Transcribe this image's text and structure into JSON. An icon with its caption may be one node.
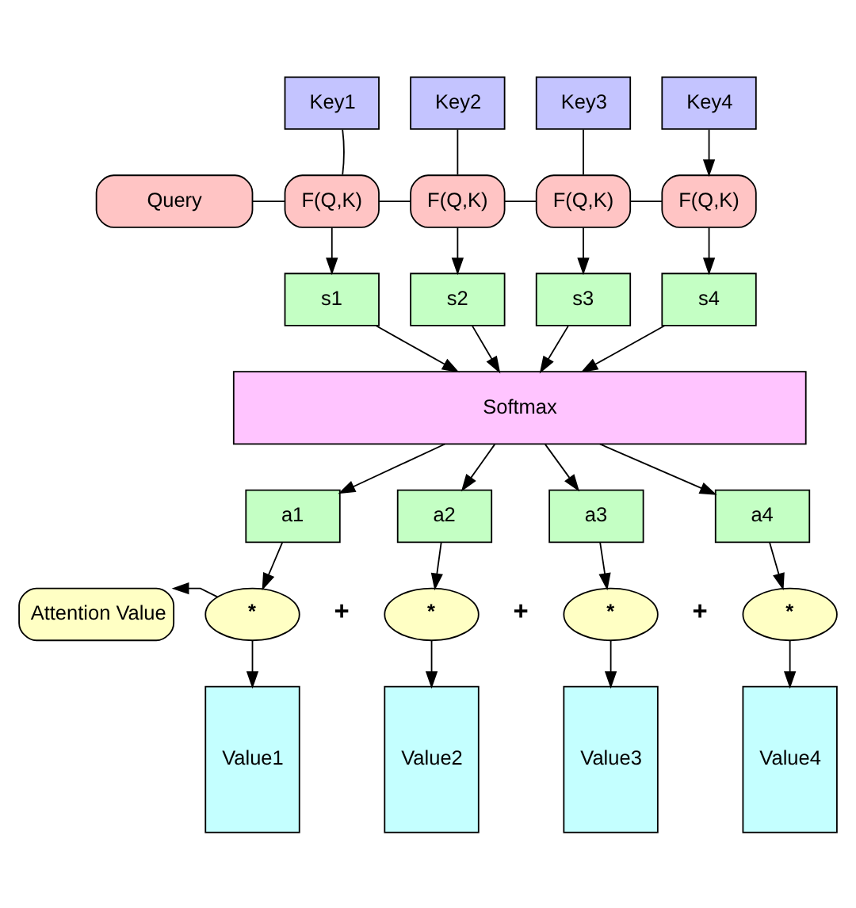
{
  "diagram": {
    "nodes": [
      {
        "text": [
          "Query"
        ]
      },
      {
        "text": [
          "Key1"
        ]
      },
      {
        "text": [
          "Key2"
        ]
      },
      {
        "text": [
          "Key3"
        ]
      },
      {
        "text": [
          "Key4"
        ]
      },
      {
        "text": [
          "F(Q,K)"
        ]
      },
      {
        "text": [
          "F(Q,K)"
        ]
      },
      {
        "text": [
          "F(Q,K)"
        ]
      },
      {
        "text": [
          "F(Q,K)"
        ]
      },
      {
        "text": [
          "s1"
        ]
      },
      {
        "text": [
          "s2"
        ]
      },
      {
        "text": [
          "s3"
        ]
      },
      {
        "text": [
          "s4"
        ]
      },
      {
        "text": [
          "Softmax"
        ]
      },
      {
        "text": [
          "a1"
        ]
      },
      {
        "text": [
          "a2"
        ]
      },
      {
        "text": [
          "a3"
        ]
      },
      {
        "text": [
          "a4"
        ]
      },
      {
        "text": [
          "Attention Value"
        ]
      },
      {
        "text": [
          "*"
        ]
      },
      {
        "text": [
          "*"
        ]
      },
      {
        "text": [
          "*"
        ]
      },
      {
        "text": [
          "*"
        ]
      },
      {
        "text": [
          "Value1"
        ]
      },
      {
        "text": [
          "Value2"
        ]
      },
      {
        "text": [
          "Value3"
        ]
      },
      {
        "text": [
          "Value4"
        ]
      }
    ],
    "edges": [
      {
        "from": 0,
        "to": 5,
        "arrow": "none"
      },
      {
        "from": 5,
        "to": 6,
        "arrow": "none"
      },
      {
        "from": 6,
        "to": 7,
        "arrow": "none"
      },
      {
        "from": 7,
        "to": 8,
        "arrow": "none"
      },
      {
        "from": 1,
        "to": 5,
        "arrow": "none"
      },
      {
        "from": 2,
        "to": 6,
        "arrow": "none"
      },
      {
        "from": 3,
        "to": 7,
        "arrow": "none"
      },
      {
        "from": 4,
        "to": 8,
        "arrow": "to"
      },
      {
        "from": 5,
        "to": 9,
        "arrow": "to"
      },
      {
        "from": 6,
        "to": 10,
        "arrow": "to"
      },
      {
        "from": 7,
        "to": 11,
        "arrow": "to"
      },
      {
        "from": 8,
        "to": 12,
        "arrow": "to"
      },
      {
        "from": 9,
        "to": 13,
        "arrow": "to"
      },
      {
        "from": 10,
        "to": 13,
        "arrow": "to"
      },
      {
        "from": 11,
        "to": 13,
        "arrow": "to"
      },
      {
        "from": 12,
        "to": 13,
        "arrow": "to"
      },
      {
        "from": 13,
        "to": 14,
        "arrow": "to"
      },
      {
        "from": 13,
        "to": 15,
        "arrow": "to"
      },
      {
        "from": 13,
        "to": 16,
        "arrow": "to"
      },
      {
        "from": 13,
        "to": 17,
        "arrow": "to"
      },
      {
        "from": 14,
        "to": 19,
        "arrow": "to"
      },
      {
        "from": 15,
        "to": 20,
        "arrow": "to"
      },
      {
        "from": 16,
        "to": 21,
        "arrow": "to"
      },
      {
        "from": 17,
        "to": 22,
        "arrow": "to"
      },
      {
        "from": 19,
        "to": 18,
        "arrow": "to"
      },
      {
        "from": 19,
        "to": 23,
        "arrow": "to"
      },
      {
        "from": 20,
        "to": 24,
        "arrow": "to"
      },
      {
        "from": 21,
        "to": 25,
        "arrow": "to"
      },
      {
        "from": 22,
        "to": 26,
        "arrow": "to"
      }
    ],
    "labels": [
      "+",
      "+",
      "+"
    ]
  }
}
